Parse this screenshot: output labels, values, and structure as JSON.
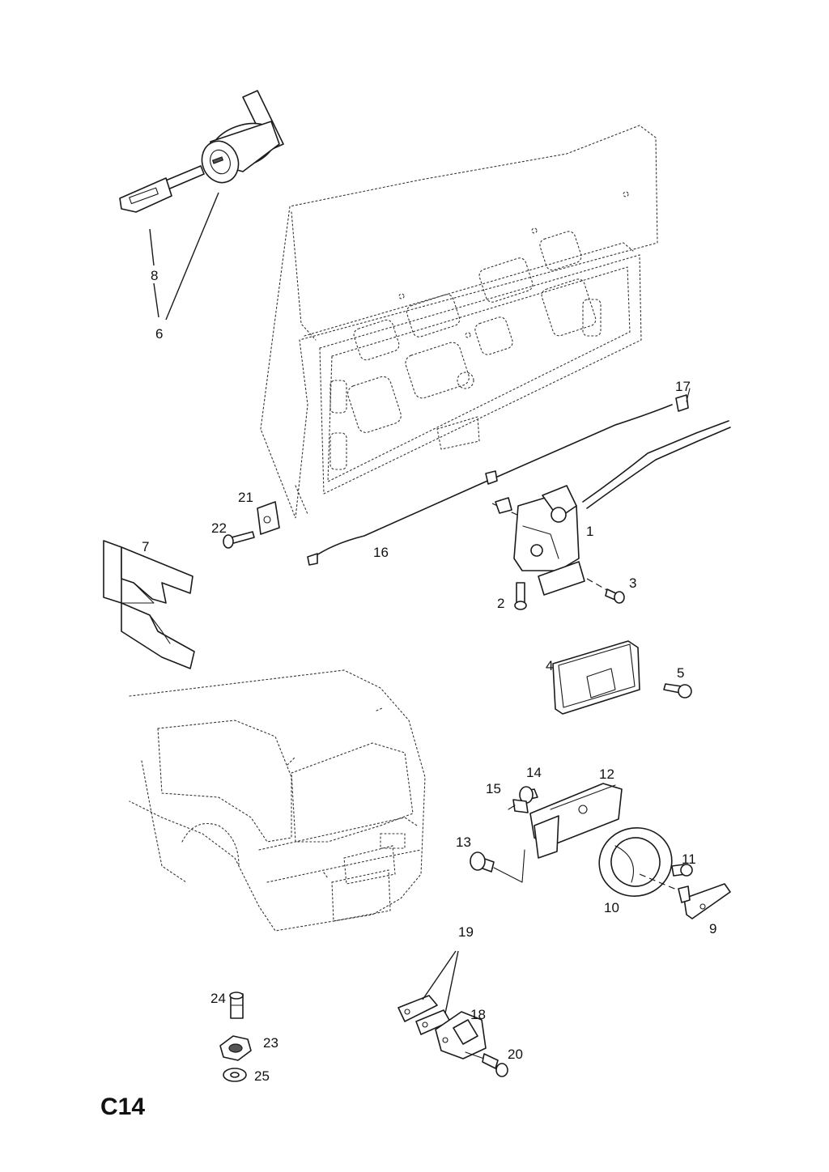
{
  "sheet_code": "C14",
  "callouts": [
    "1",
    "2",
    "3",
    "4",
    "5",
    "6",
    "7",
    "8",
    "9",
    "10",
    "11",
    "12",
    "13",
    "14",
    "15",
    "16",
    "17",
    "18",
    "19",
    "20",
    "21",
    "22",
    "23",
    "24",
    "25"
  ]
}
